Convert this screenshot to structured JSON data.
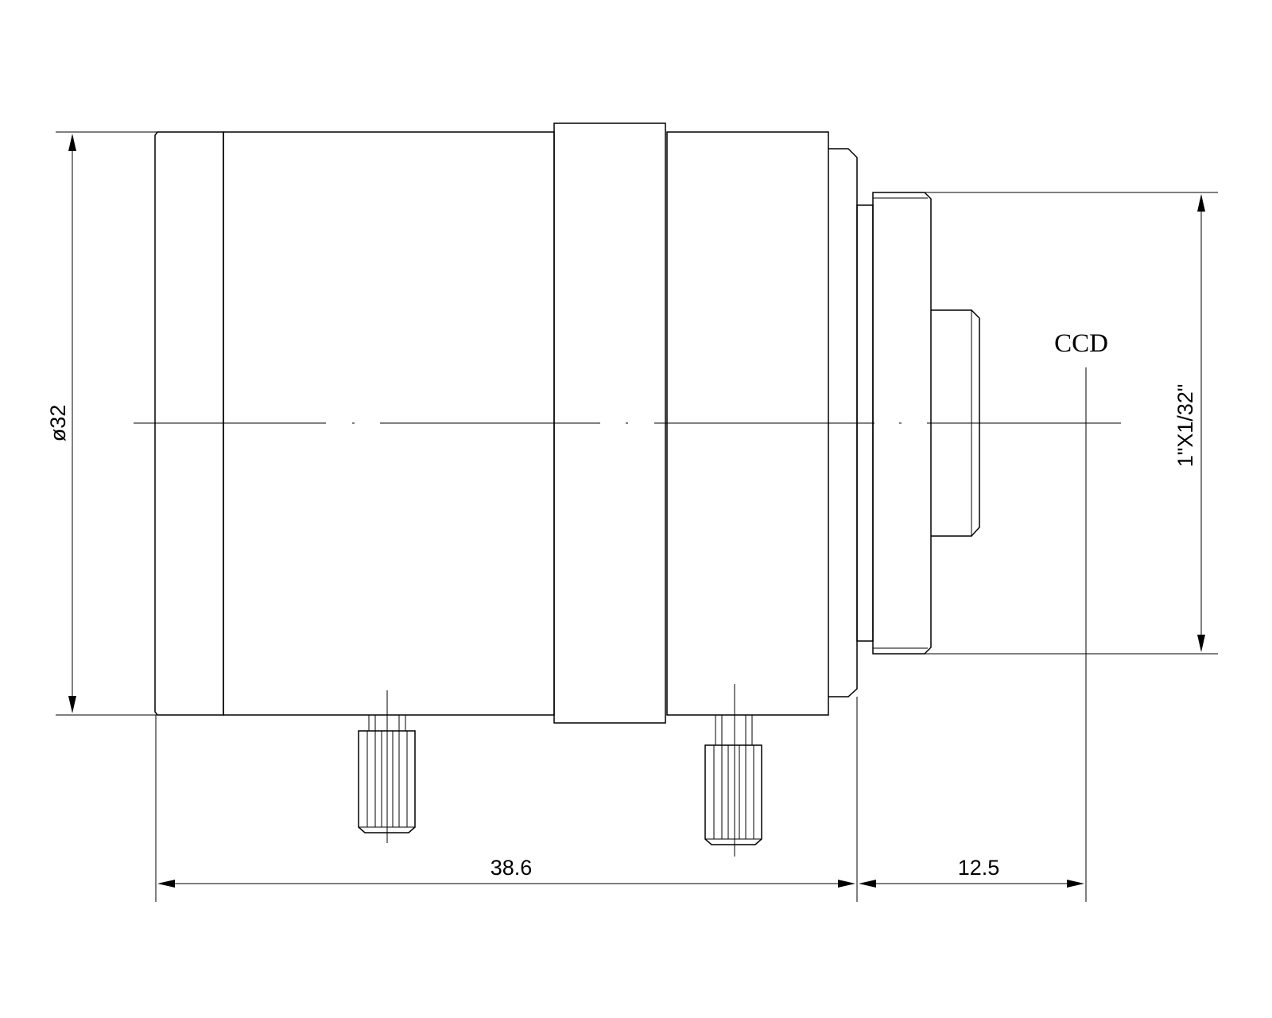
{
  "dimensions": {
    "diameter": "ø32",
    "overall_length": "38.6",
    "back_focus": "12.5",
    "mount_thread": "1\"X1/32\""
  },
  "labels": {
    "sensor": "CCD"
  }
}
